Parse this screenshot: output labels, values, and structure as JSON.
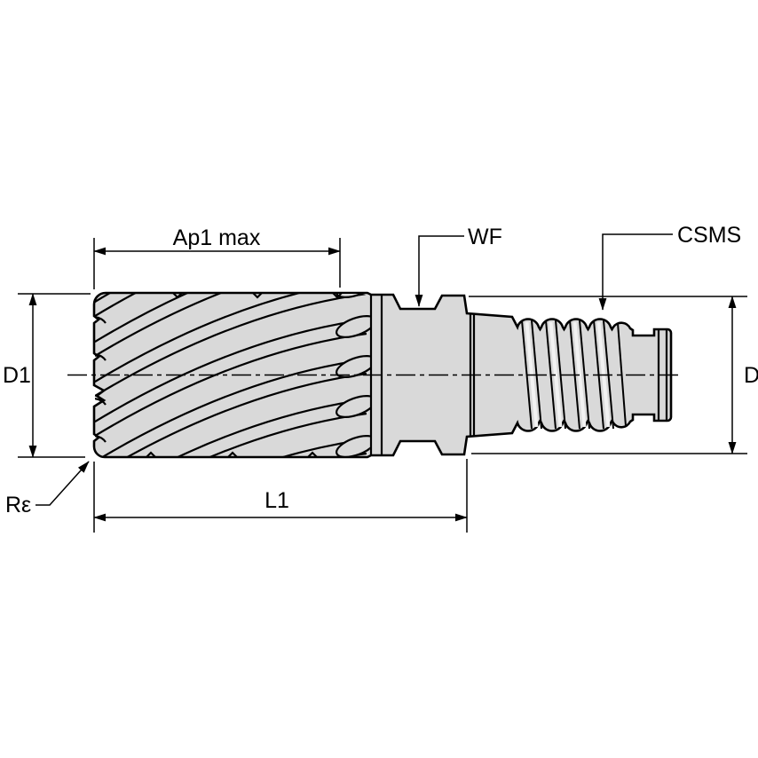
{
  "drawing": {
    "background": "#ffffff",
    "part_fill": "#d9d9d9",
    "line_color": "#000000",
    "labels": {
      "ap1_max": "Ap1 max",
      "wf": "WF",
      "csms": "CSMS",
      "d1": "D1",
      "d": "D",
      "corner_radius": "Rε",
      "l1": "L1"
    }
  }
}
